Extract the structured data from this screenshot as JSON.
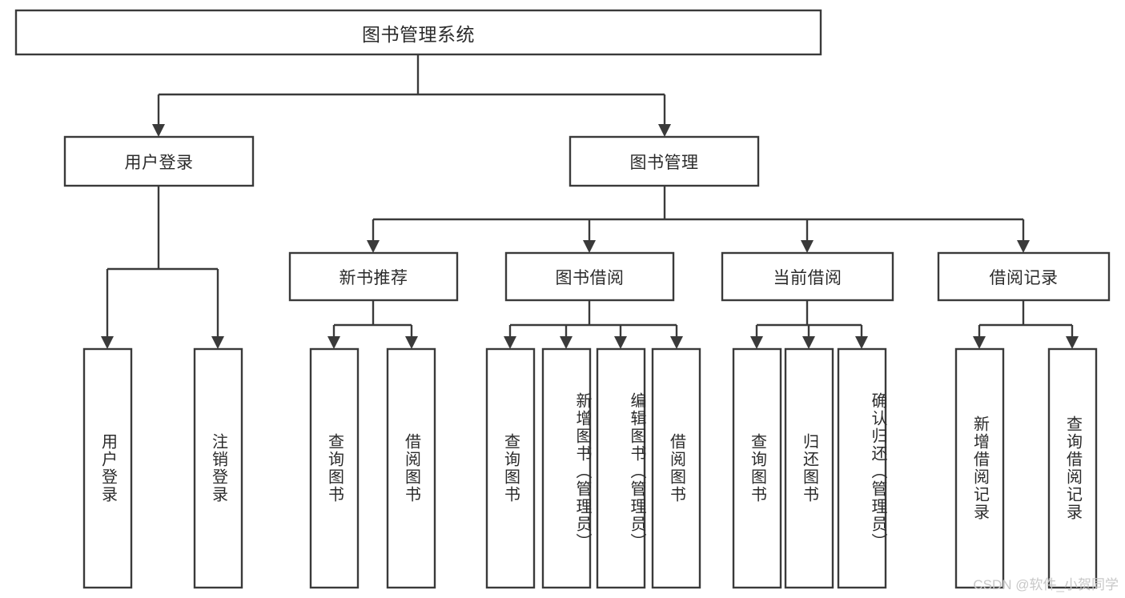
{
  "diagram": {
    "title": "图书管理系统",
    "type": "tree-hierarchy",
    "orientation": "top-down",
    "colors": {
      "box_stroke": "#3a3a3a",
      "box_fill": "#ffffff",
      "connector": "#3a3a3a",
      "text": "#2b2b2b",
      "watermark": "#c8c8c8",
      "background": "#ffffff"
    },
    "root": {
      "label": "图书管理系统"
    },
    "level2": [
      {
        "label": "用户登录"
      },
      {
        "label": "图书管理"
      }
    ],
    "level3": [
      {
        "label": "新书推荐"
      },
      {
        "label": "图书借阅"
      },
      {
        "label": "当前借阅"
      },
      {
        "label": "借阅记录"
      }
    ],
    "leaves": {
      "user_login": [
        {
          "label": "用户登录"
        },
        {
          "label": "注销登录"
        }
      ],
      "new_book_recommend": [
        {
          "label": "查询图书"
        },
        {
          "label": "借阅图书"
        }
      ],
      "book_borrow": [
        {
          "label": "查询图书"
        },
        {
          "label": "新增图书（管理员）"
        },
        {
          "label": "编辑图书（管理员）"
        },
        {
          "label": "借阅图书"
        }
      ],
      "current_borrow": [
        {
          "label": "查询图书"
        },
        {
          "label": "归还图书"
        },
        {
          "label": "确认归还（管理员）"
        }
      ],
      "borrow_record": [
        {
          "label": "新增借阅记录"
        },
        {
          "label": "查询借阅记录"
        }
      ]
    }
  },
  "watermark": {
    "text": "CSDN @软件_小贺同学"
  }
}
